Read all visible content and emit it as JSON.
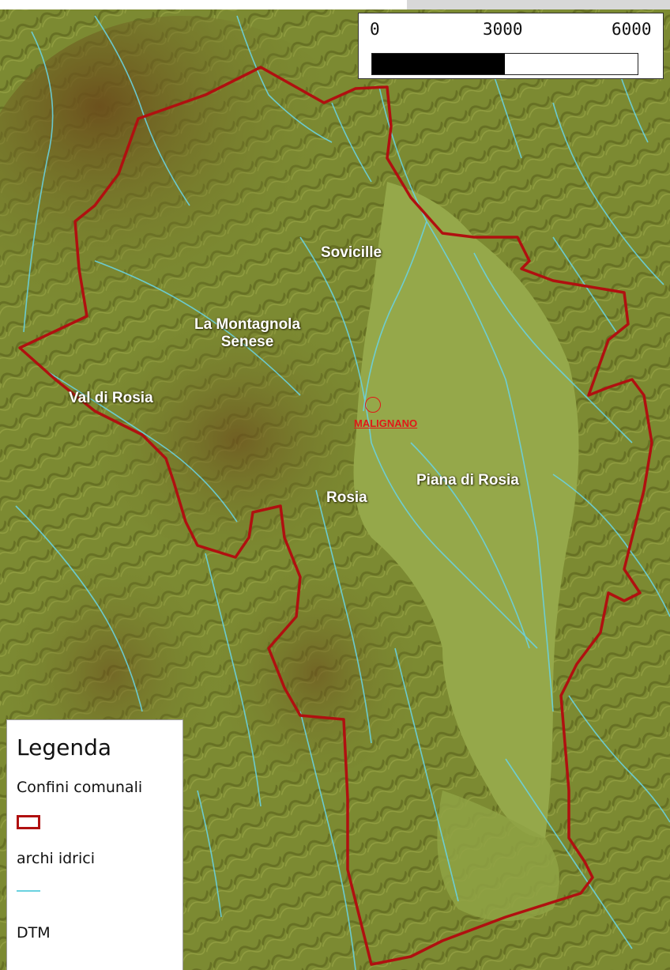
{
  "map": {
    "colors": {
      "terrain_low": "#8a9a3a",
      "terrain_high": "#6a4a1a",
      "plain": "#94a848",
      "boundary": "#b01010",
      "rivers": "#6ad2e0"
    },
    "places": {
      "sovicille": "Sovicille",
      "montagnola_line1": "La Montagnola",
      "montagnola_line2": "Senese",
      "val_di_rosia": "Val di Rosia",
      "malignano": "MALIGNANO",
      "rosia": "Rosia",
      "piana_di_rosia": "Piana di Rosia"
    }
  },
  "scale": {
    "ticks": [
      "0",
      "3000",
      "6000"
    ]
  },
  "legend": {
    "title": "Legenda",
    "boundary_label": "Confini comunali",
    "rivers_label": "archi idrici",
    "dtm_label": "DTM",
    "boundary_icon": "red-polygon-icon",
    "rivers_icon": "cyan-line-icon"
  }
}
